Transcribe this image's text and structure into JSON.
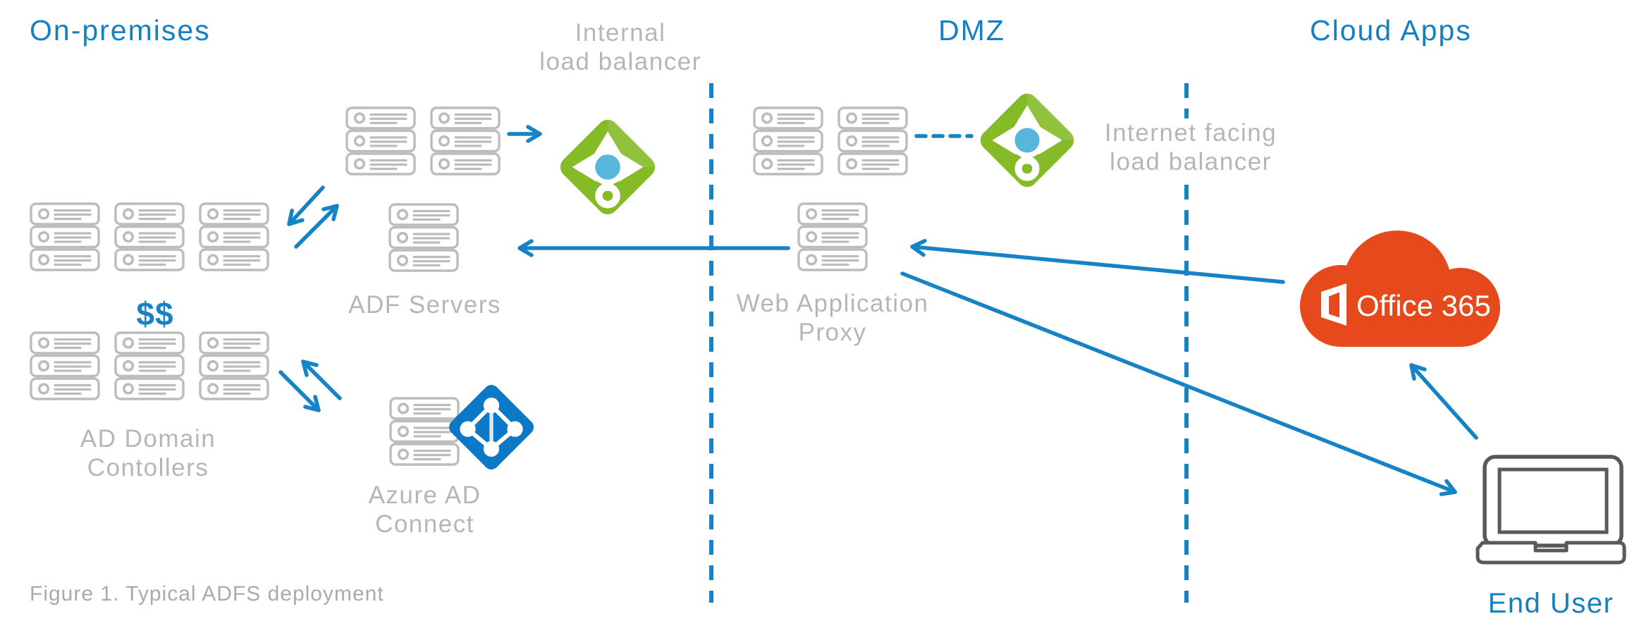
{
  "colors": {
    "accent_blue": "#1583c5",
    "title_blue": "#1480c4",
    "gray_label": "#b4b7b9",
    "server_gray": "#bcbcbc",
    "laptop_gray": "#58595b",
    "lb_green": "#85bb27",
    "lb_center_blue": "#58b5dc",
    "azure_ad_blue": "#0d79c6",
    "office_orange": "#e5491c"
  },
  "titles": {
    "on_premises": "On-premises",
    "dmz": "DMZ",
    "cloud_apps": "Cloud Apps"
  },
  "nodes": {
    "internal_lb": {
      "line1": "Internal",
      "line2": "load balancer"
    },
    "adf_servers": {
      "label": "ADF Servers"
    },
    "ad_domain_controllers": {
      "line1": "AD Domain",
      "line2": "Contollers"
    },
    "cost": {
      "label": "$$"
    },
    "azure_ad_connect": {
      "line1": "Azure AD",
      "line2": "Connect"
    },
    "dmz_internet_lb": {
      "line1": "Internet facing",
      "line2": "load balancer"
    },
    "web_application_proxy": {
      "line1": "Web Application",
      "line2": "Proxy"
    },
    "office365": {
      "label": "Office 365"
    },
    "end_user": {
      "label": "End User"
    }
  },
  "caption": "Figure 1. Typical ADFS deployment"
}
